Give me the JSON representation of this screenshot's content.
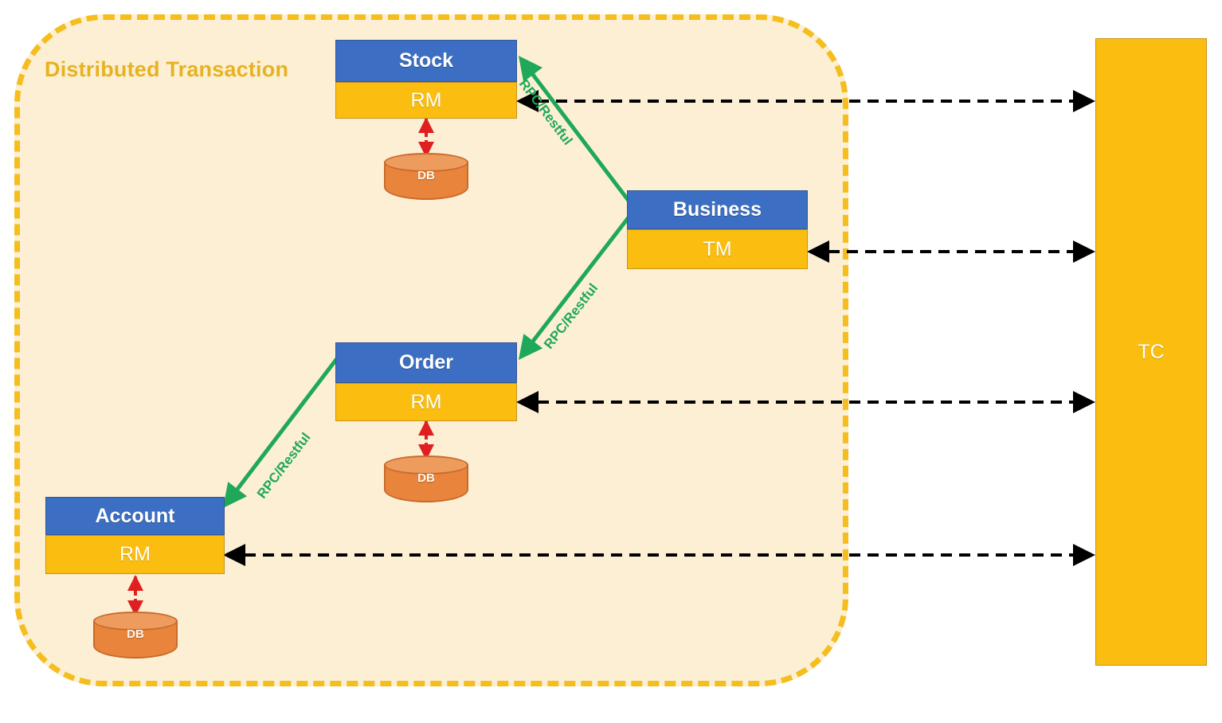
{
  "diagram": {
    "title": "Distributed Transaction",
    "colors": {
      "container_fill": "#FCEFD4",
      "container_border": "#F5BE1E",
      "title_color": "#E7B221",
      "service_header": "#3C6FC3",
      "service_body": "#FBBE10",
      "db_body": "#E8843C",
      "db_top": "#EE9B5E",
      "rpc_arrow": "#1FA85A",
      "tc_arrow": "#000000",
      "db_arrow": "#E02020",
      "tc_fill": "#FBBE10"
    }
  },
  "services": [
    {
      "id": "stock",
      "name": "Stock",
      "role": "RM",
      "db": "DB"
    },
    {
      "id": "business",
      "name": "Business",
      "role": "TM",
      "db": null
    },
    {
      "id": "order",
      "name": "Order",
      "role": "RM",
      "db": "DB"
    },
    {
      "id": "account",
      "name": "Account",
      "role": "RM",
      "db": "DB"
    }
  ],
  "coordinator": {
    "label": "TC"
  },
  "rpc_links": [
    {
      "id": "business-to-stock",
      "label": "RPC/Restful",
      "from": "Business",
      "to": "Stock"
    },
    {
      "id": "business-to-order",
      "label": "RPC/Restful",
      "from": "Business",
      "to": "Order"
    },
    {
      "id": "order-to-account",
      "label": "RPC/Restful",
      "from": "Order",
      "to": "Account"
    }
  ],
  "tc_links": [
    {
      "id": "tc-stock",
      "from": "TC",
      "to": "Stock RM"
    },
    {
      "id": "tc-business",
      "from": "TC",
      "to": "Business TM"
    },
    {
      "id": "tc-order",
      "from": "TC",
      "to": "Order RM"
    },
    {
      "id": "tc-account",
      "from": "TC",
      "to": "Account RM"
    }
  ],
  "db_links": [
    {
      "id": "stock-db",
      "from": "Stock RM",
      "to": "DB"
    },
    {
      "id": "order-db",
      "from": "Order RM",
      "to": "DB"
    },
    {
      "id": "account-db",
      "from": "Account RM",
      "to": "DB"
    }
  ]
}
